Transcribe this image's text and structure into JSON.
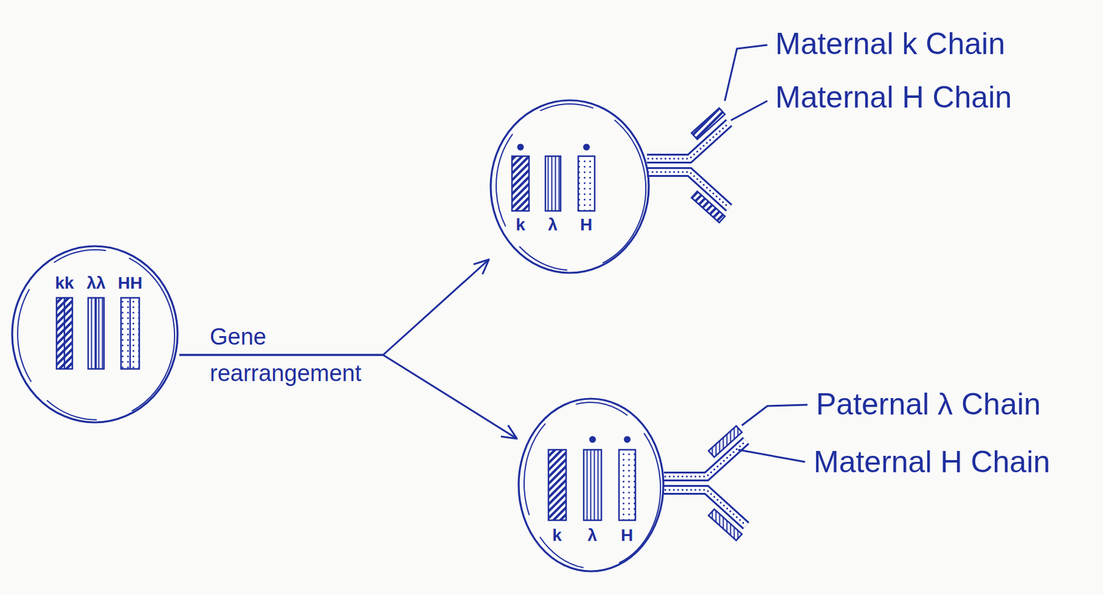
{
  "diagram": {
    "nodes": [
      {
        "text": [
          "kk",
          "λλ",
          "HH"
        ]
      },
      {
        "text": [
          "k",
          "λ",
          "H"
        ]
      },
      {
        "text": [
          "k",
          "λ",
          "H"
        ]
      }
    ],
    "edges": [
      {
        "from": 0,
        "to": 1,
        "arrow": "to",
        "label": "Gene rearrangement"
      },
      {
        "from": 0,
        "to": 2,
        "arrow": "to"
      }
    ],
    "labels": [
      "Maternal k Chain",
      "Maternal H Chain",
      "Paternal λ Chain",
      "Maternal H Chain"
    ]
  }
}
